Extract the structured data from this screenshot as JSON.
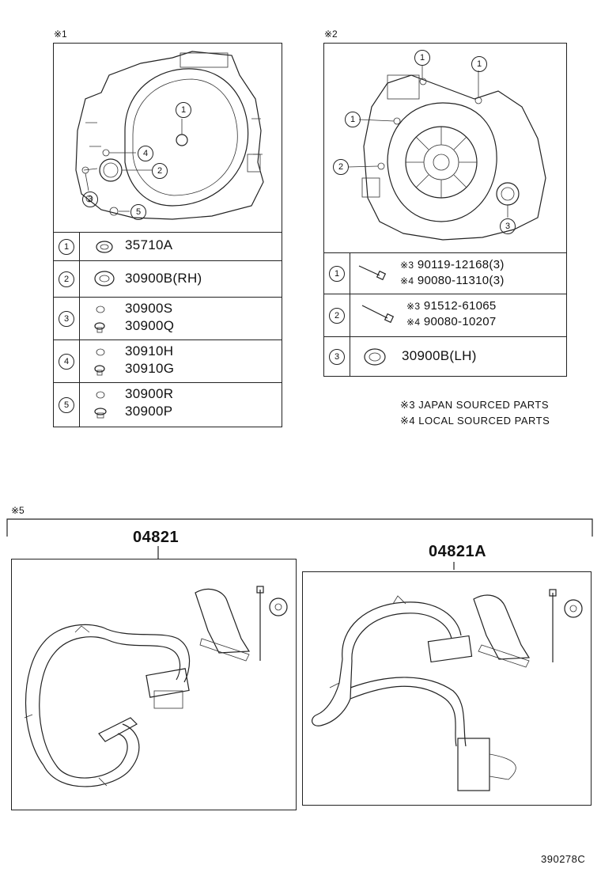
{
  "section1": {
    "ref_label": "※1",
    "rows": [
      {
        "num": "1",
        "parts": [
          "35710A"
        ]
      },
      {
        "num": "2",
        "parts": [
          "30900B(RH)"
        ]
      },
      {
        "num": "3",
        "parts": [
          "30900S",
          "30900Q"
        ]
      },
      {
        "num": "4",
        "parts": [
          "30910H",
          "30910G"
        ]
      },
      {
        "num": "5",
        "parts": [
          "30900R",
          "30900P"
        ]
      }
    ],
    "callouts": [
      "1",
      "4",
      "2",
      "3",
      "5"
    ]
  },
  "section2": {
    "ref_label": "※2",
    "rows": [
      {
        "num": "1",
        "lines": [
          {
            "tag": "※3",
            "part": "90119-12168(3)"
          },
          {
            "tag": "※4",
            "part": "90080-11310(3)"
          }
        ]
      },
      {
        "num": "2",
        "lines": [
          {
            "tag": "※3",
            "part": "91512-61065"
          },
          {
            "tag": "※4",
            "part": "90080-10207"
          }
        ]
      },
      {
        "num": "3",
        "lines": [
          {
            "tag": "",
            "part": "30900B(LH)"
          }
        ]
      }
    ],
    "callouts": [
      "1",
      "1",
      "1",
      "2",
      "3"
    ]
  },
  "notes": [
    "※3 JAPAN SOURCED PARTS",
    "※4 LOCAL SOURCED PARTS"
  ],
  "section5": {
    "ref_label": "※5",
    "kits": [
      {
        "label": "04821"
      },
      {
        "label": "04821A"
      }
    ]
  },
  "diagram_code": "390278C"
}
